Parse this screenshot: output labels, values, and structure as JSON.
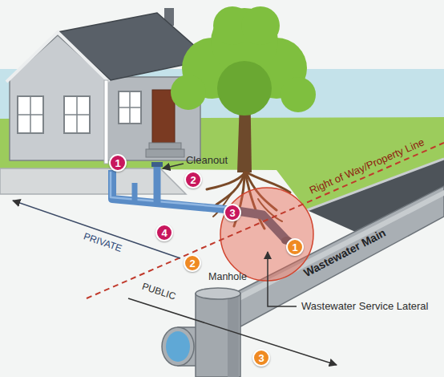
{
  "diagram": {
    "labels": [
      "1",
      "Cleanout",
      "2",
      "Right of Way/Property Line",
      "3",
      "4",
      "PRIVATE",
      "1",
      "2",
      "Manhole",
      "PUBLIC",
      "Wastewater Main",
      "Wastewater Service Lateral",
      "3"
    ]
  }
}
